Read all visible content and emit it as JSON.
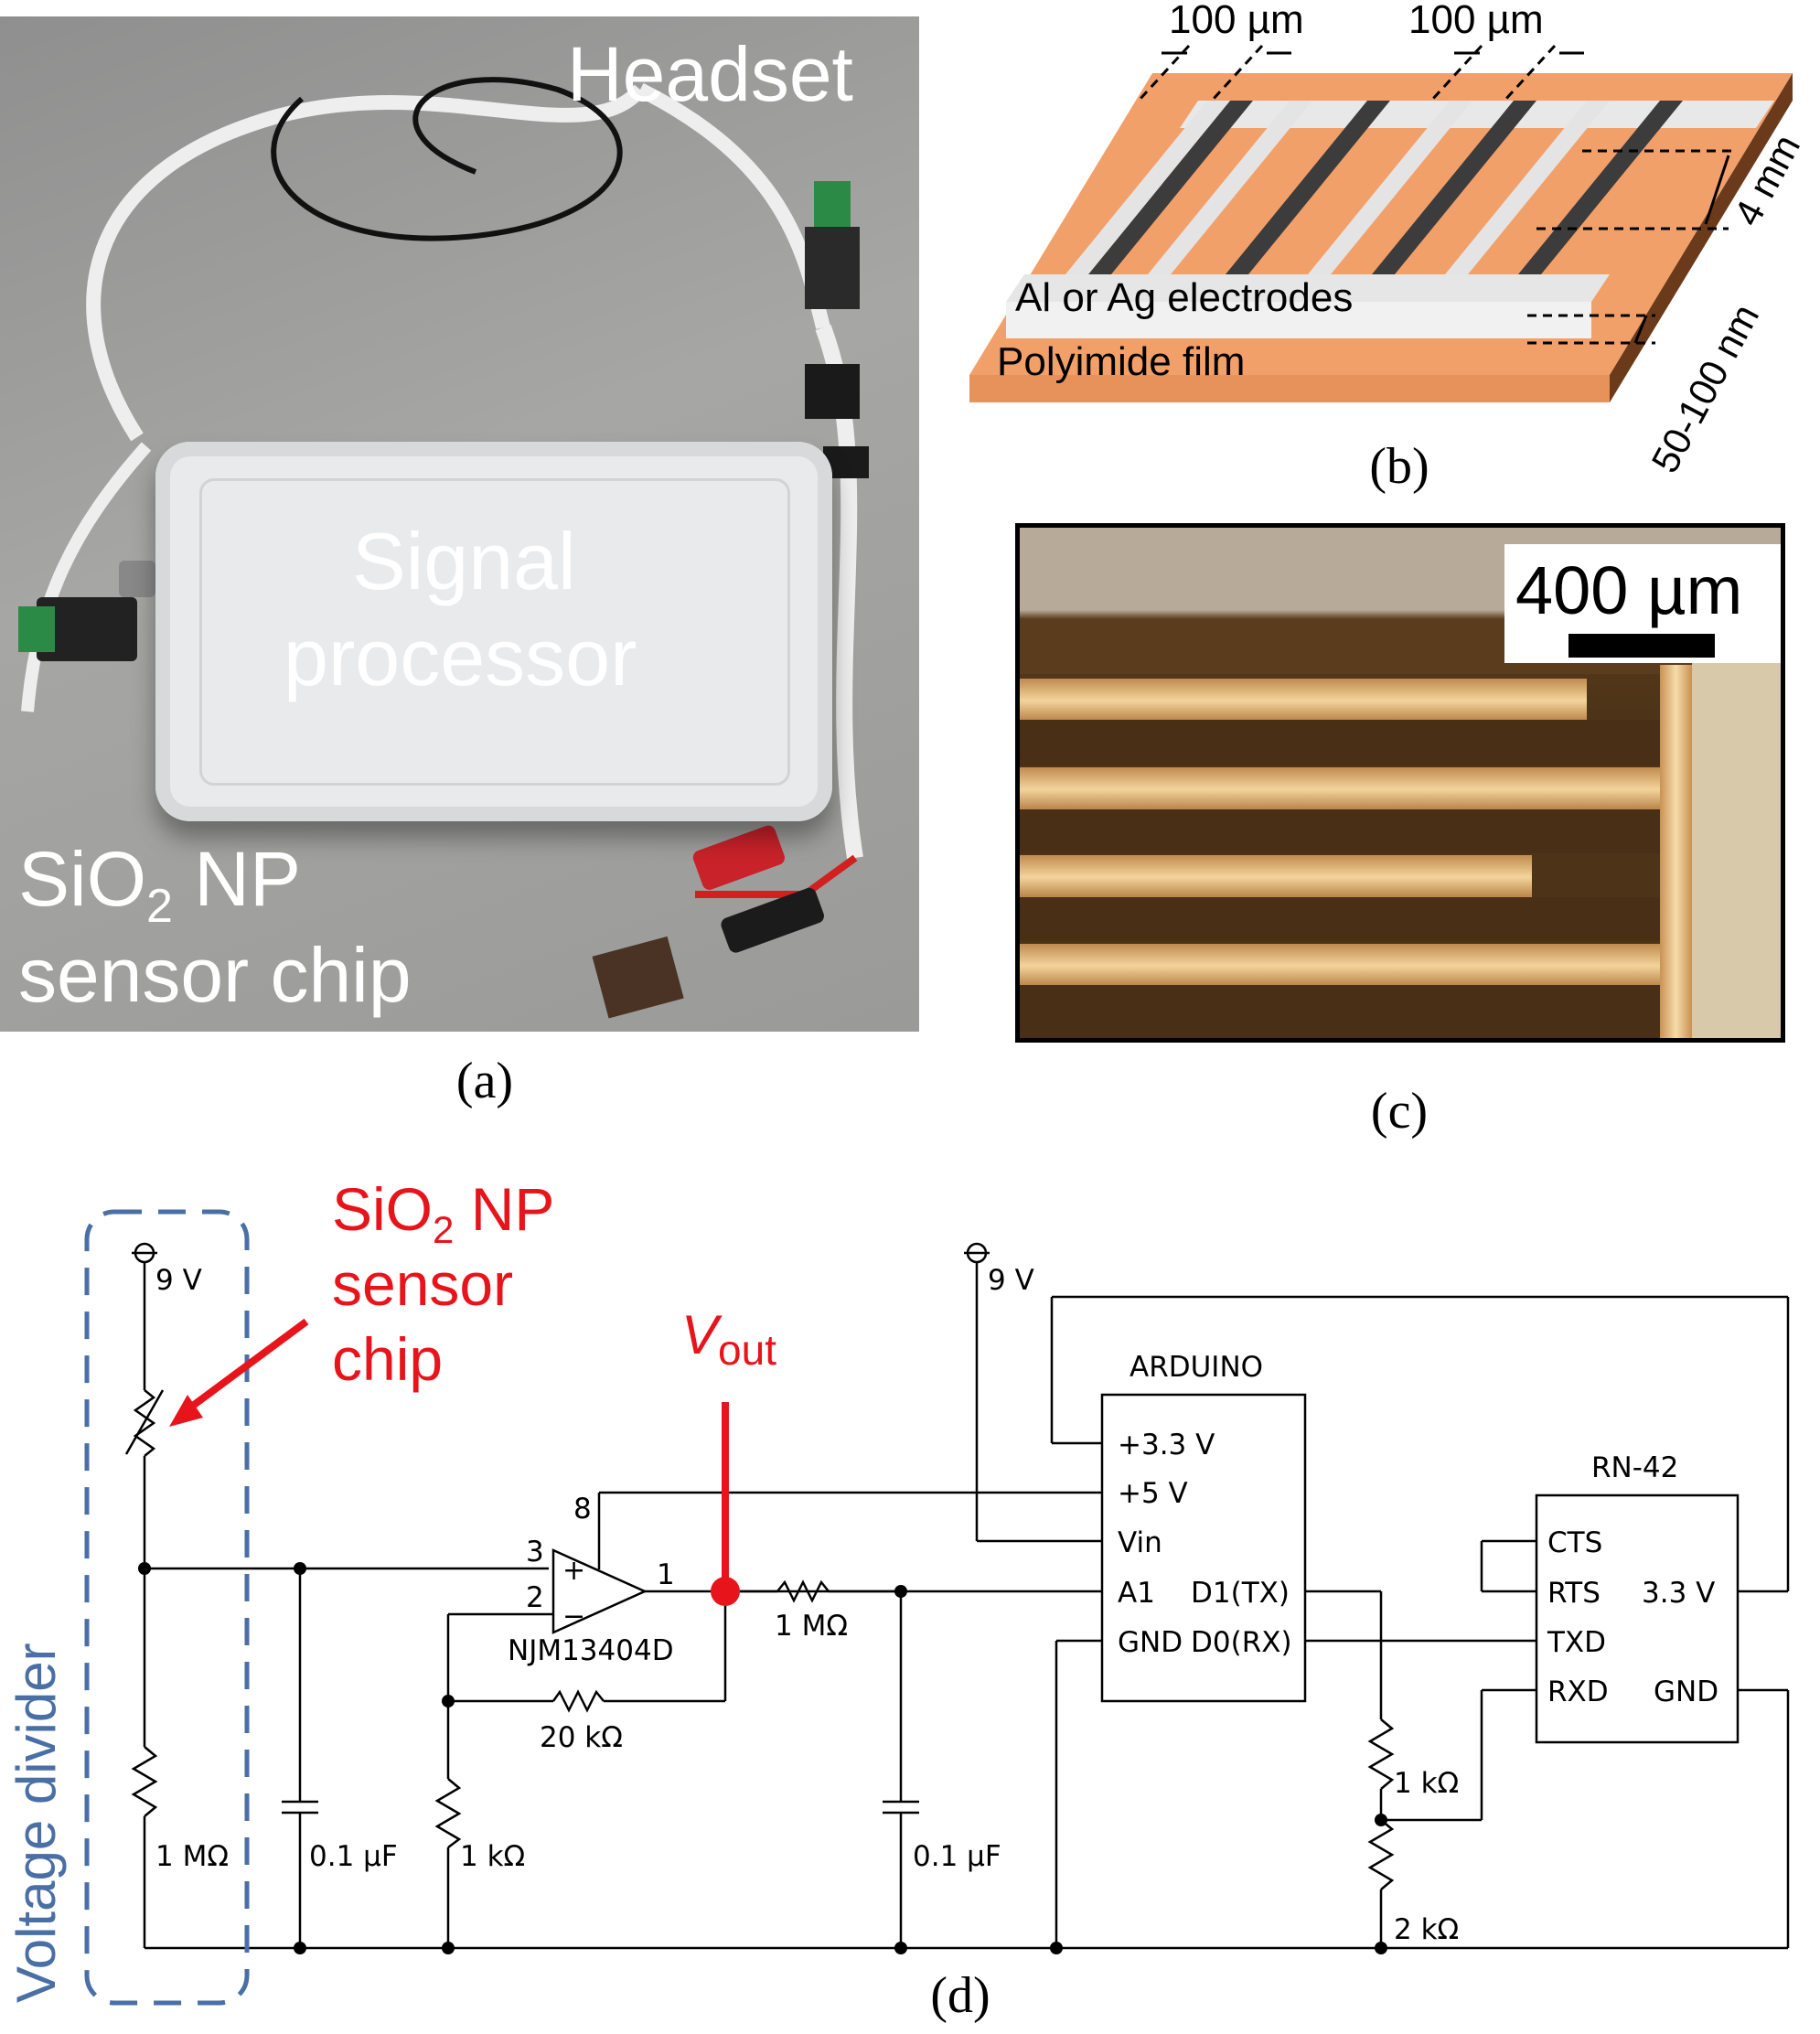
{
  "panel_a": {
    "headset": "Headset",
    "processor_line1": "Signal",
    "processor_line2": "processor",
    "sensor_line1a": "SiO",
    "sensor_line1_sub": "2",
    "sensor_line1b": " NP",
    "sensor_line2": "sensor chip",
    "caption": "(a)"
  },
  "panel_b": {
    "dim_gap1": "100 µm",
    "dim_gap2": "100 µm",
    "dim_length": "4 mm",
    "dim_thickness": "50-100 nm",
    "electrodes_label": "Al or Ag electrodes",
    "film_label": "Polyimide film",
    "caption": "(b)"
  },
  "panel_c": {
    "scale_label": "400 µm",
    "caption": "(c)"
  },
  "panel_d": {
    "voltage_divider": "Voltage divider",
    "sensor_line1a": "SiO",
    "sensor_line1_sub": "2",
    "sensor_line1b": " NP",
    "sensor_line2": "sensor",
    "sensor_line3": "chip",
    "vout_v": "V",
    "vout_sub": "out",
    "supply_left": "9 V",
    "supply_mid": "9 V",
    "r_divider": "1 MΩ",
    "c1": "0.1 µF",
    "r_gain": "1 kΩ",
    "r_feedback": "20 kΩ",
    "opamp": "NJM13404D",
    "pin3": "3",
    "pin2": "2",
    "pin1": "1",
    "pin8": "8",
    "r_filter": "1 MΩ",
    "c2": "0.1 µF",
    "arduino_title": "ARDUINO",
    "ard_33": "+3.3 V",
    "ard_5": "+5 V",
    "ard_vin": "Vin",
    "ard_a1": "A1",
    "ard_gnd": "GND",
    "ard_d1": "D1(TX)",
    "ard_d0": "D0(RX)",
    "rn_title": "RN-42",
    "rn_cts": "CTS",
    "rn_rts": "RTS",
    "rn_txd": "TXD",
    "rn_rxd": "RXD",
    "rn_33": "3.3 V",
    "rn_gnd": "GND",
    "r_div_top": "1 kΩ",
    "r_div_bottom": "2 kΩ",
    "caption": "(d)"
  }
}
